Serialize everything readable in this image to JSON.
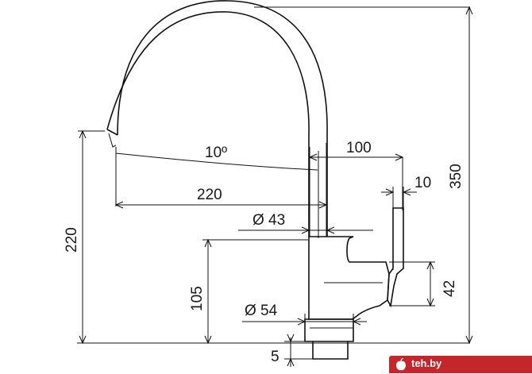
{
  "dimensions": {
    "angle": "10º",
    "reach_from_spout": "100",
    "reach_total": "220",
    "lever_offset": "10",
    "height_total": "350",
    "spout_diameter": "Ø 43",
    "spout_height": "220",
    "body_height": "105",
    "lever_height": "42",
    "base_diameter": "Ø 54",
    "base_thickness": "5"
  },
  "watermark": {
    "text": "teh.by",
    "color": "#c3272b"
  }
}
